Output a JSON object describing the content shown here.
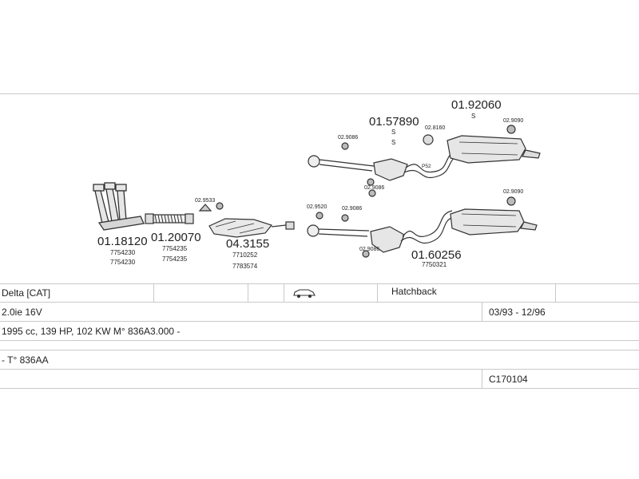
{
  "diagram": {
    "parts": {
      "p1": {
        "number": "01.18120",
        "oe": [
          "7754230",
          "7754230"
        ]
      },
      "p2": {
        "number": "01.20070",
        "oe": [
          "7754235",
          "7754235"
        ]
      },
      "p3": {
        "number": "04.3155",
        "oe": [
          "7710252",
          "7783574"
        ]
      },
      "p4": {
        "number": "01.57890",
        "codes": [
          "S",
          "S"
        ]
      },
      "p5": {
        "number": "01.92060",
        "code": "S"
      },
      "p6": {
        "number": "01.60256",
        "oe": [
          "7750321"
        ]
      }
    },
    "fittings": {
      "f1": "02.9533",
      "f2": "02.9086",
      "f3": "02.8160",
      "f4": "02.9090",
      "f5": "02.9086",
      "f6": "02.9520",
      "f7": "02.9086",
      "f8": "02.9090",
      "f9": "02.9086"
    },
    "marks": {
      "p": "P52"
    }
  },
  "vehicle": {
    "model": "Delta  [CAT]",
    "body": "Hatchback",
    "engine": "2.0ie 16V",
    "years": "03/93 - 12/96",
    "specs": "1995 cc, 139 HP, 102 KW M° 836A3.000 -",
    "type": "- T° 836AA",
    "code": "C170104"
  }
}
